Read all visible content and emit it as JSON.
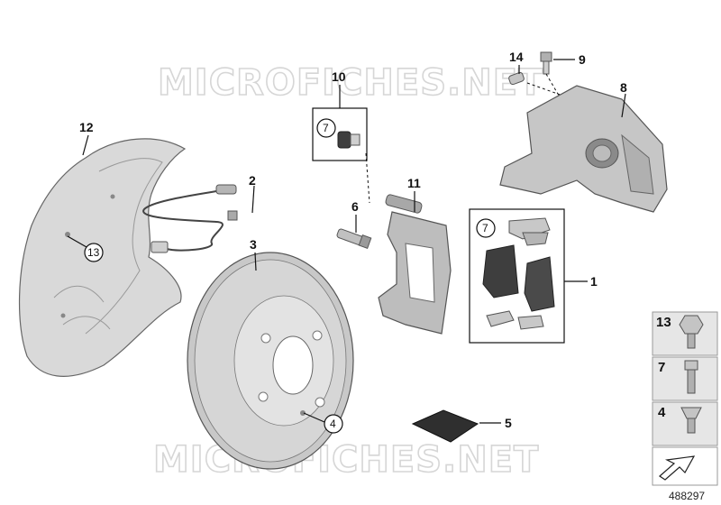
{
  "watermark": "MICROFICHES.NET",
  "diagram_id": "488297",
  "callouts": {
    "p1": "1",
    "p2": "2",
    "p3": "3",
    "p5": "5",
    "p6": "6",
    "p8": "8",
    "p9": "9",
    "p10": "10",
    "p11": "11",
    "p12": "12",
    "p14": "14"
  },
  "circled_refs": {
    "shield_bolt": "13",
    "kit10_bolt": "7",
    "pads_kit": "7",
    "disc_screw": "4"
  },
  "legend": [
    {
      "number": "13",
      "part": "hex-flange-bolt"
    },
    {
      "number": "7",
      "part": "hex-bolt"
    },
    {
      "number": "4",
      "part": "countersunk-screw"
    }
  ],
  "colors": {
    "metal_light": "#d4d4d4",
    "metal_mid": "#b5b5b5",
    "metal_dark": "#8a8a8a",
    "pad_dark": "#3e3e3e",
    "legend_bg": "#e6e6e6",
    "watermark": "#d6d6d6"
  }
}
